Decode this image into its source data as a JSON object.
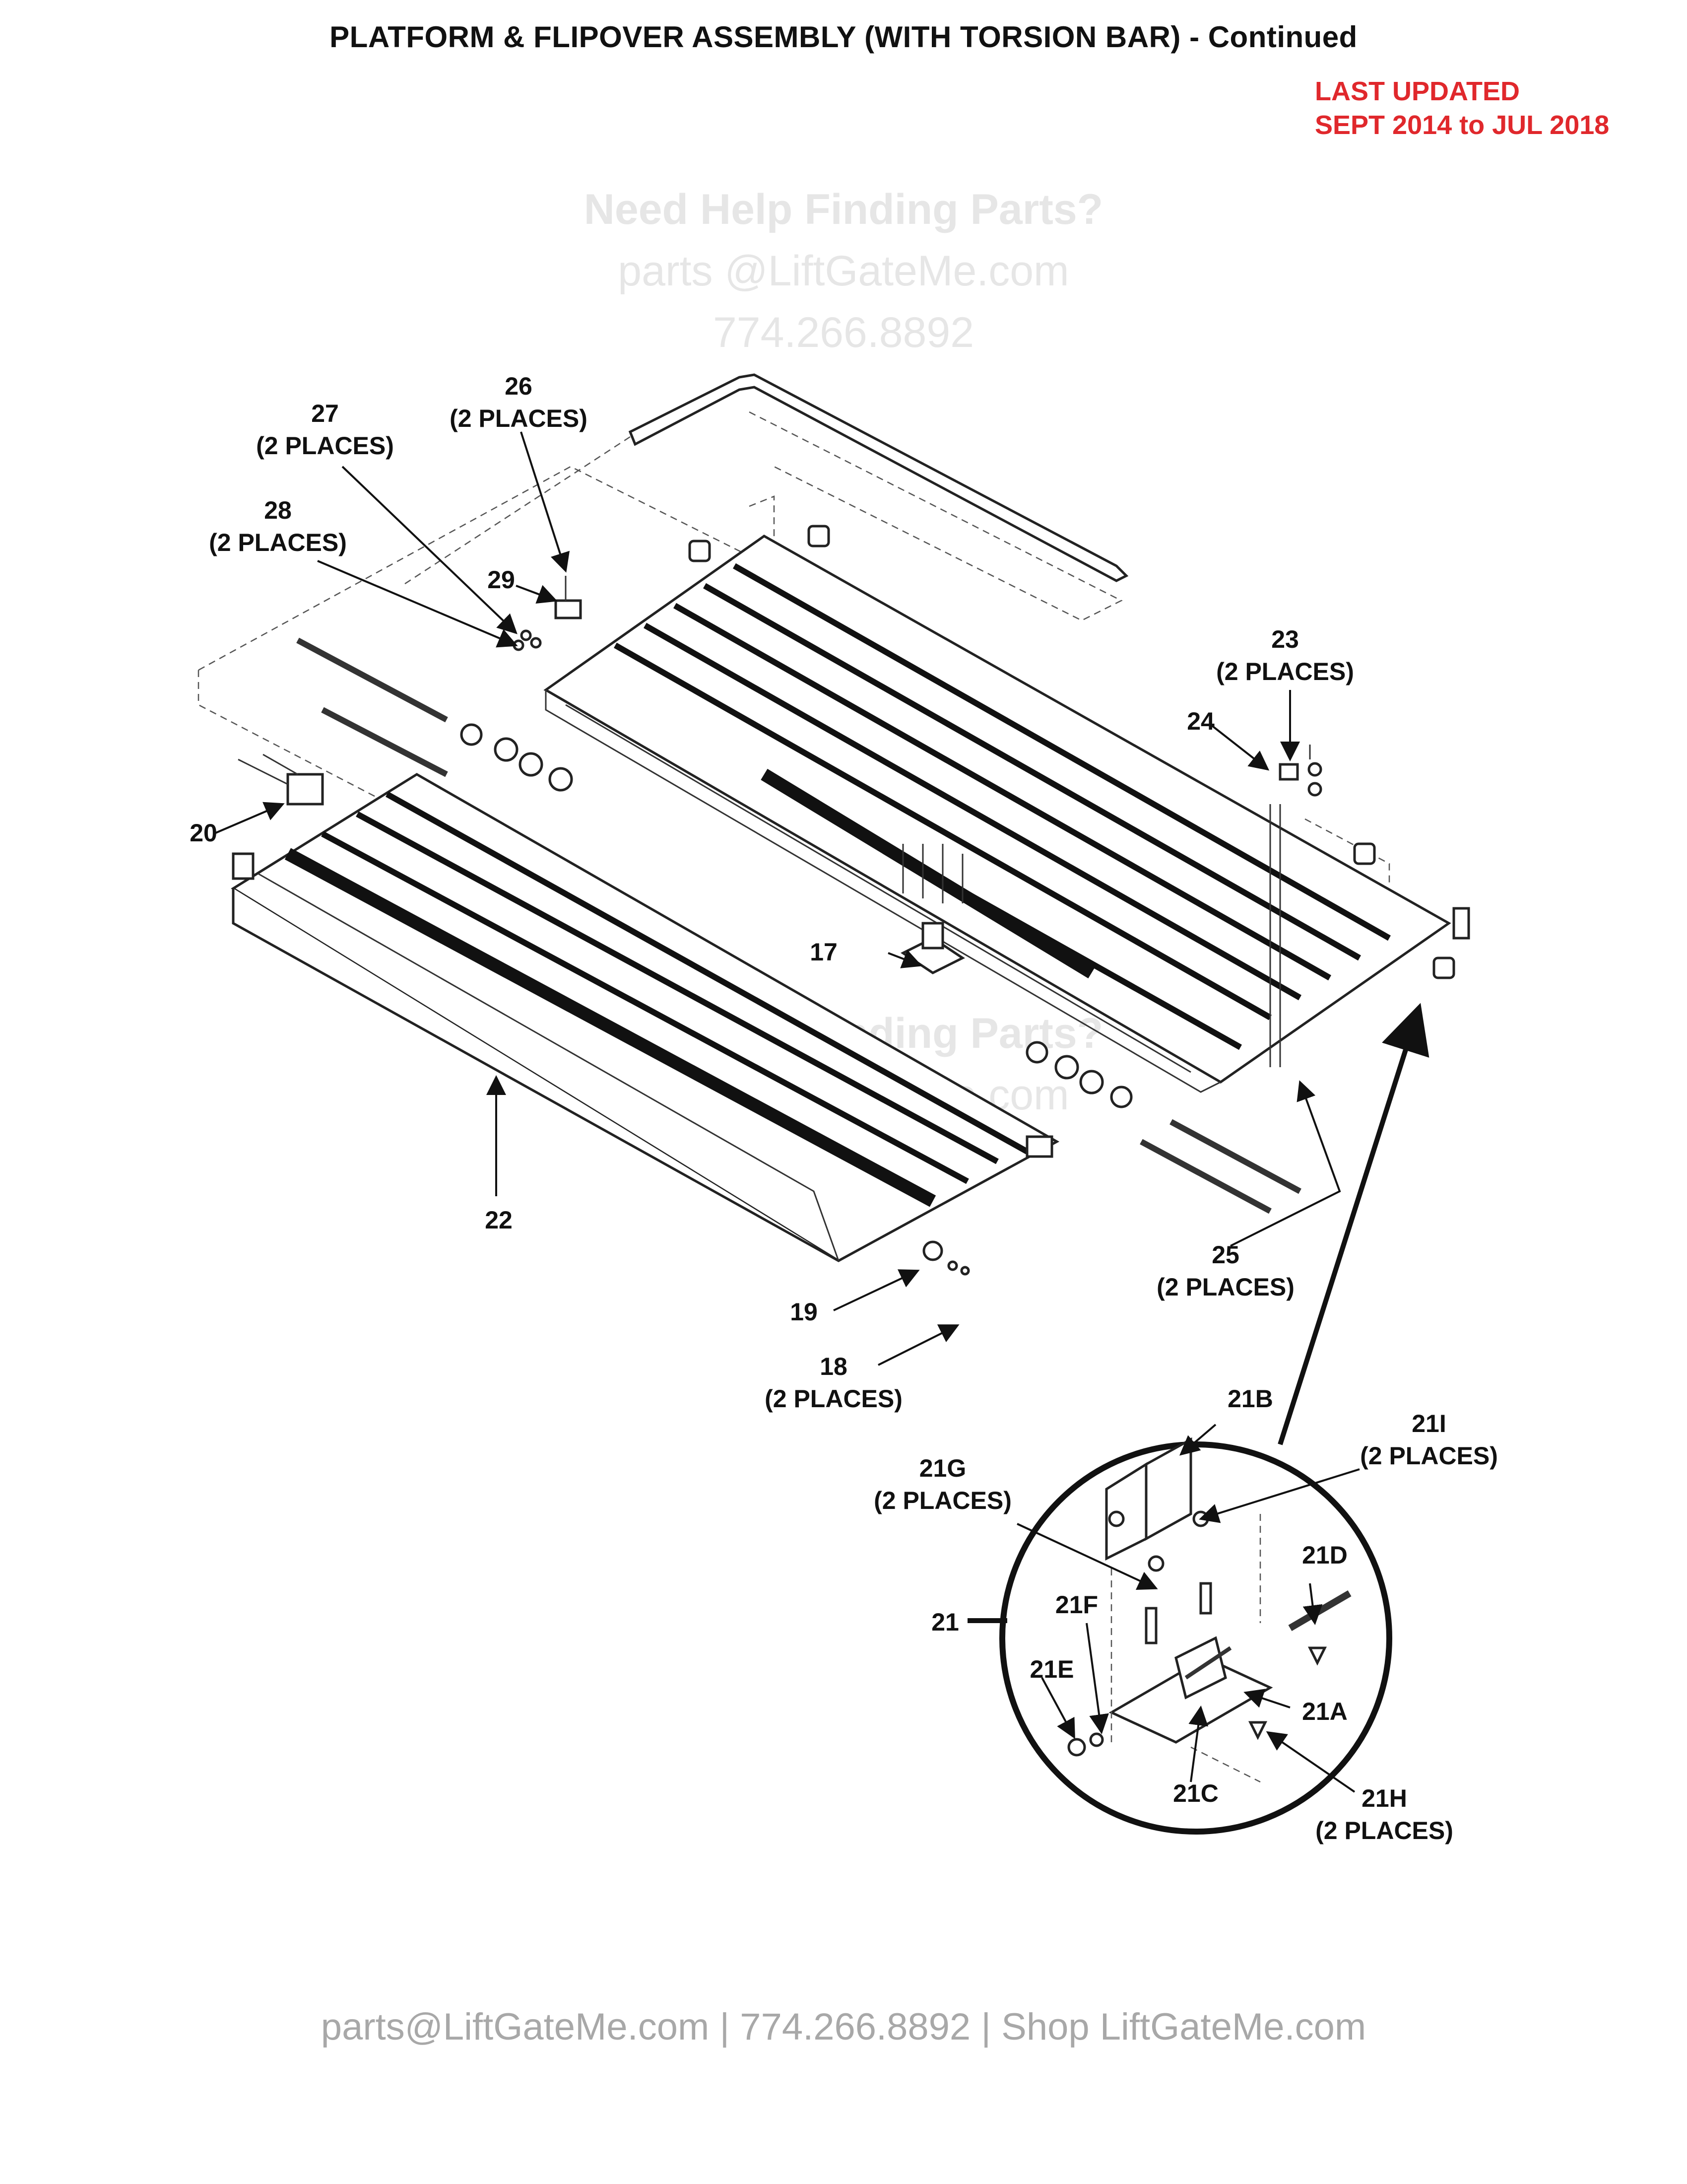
{
  "header": {
    "title": "PLATFORM & FLIPOVER ASSEMBLY (WITH TORSION BAR) - Continued",
    "updated_line1": "LAST UPDATED",
    "updated_line2": "SEPT 2014 to JUL 2018"
  },
  "watermark": {
    "line1": "Need Help Finding Parts?",
    "line2": "parts @LiftGateMe.com",
    "line3": "774.266.8892"
  },
  "callouts": {
    "p17": "17",
    "p18": "18",
    "p18_note": "(2 PLACES)",
    "p19": "19",
    "p20": "20",
    "p21": "21",
    "p21A": "21A",
    "p21B": "21B",
    "p21C": "21C",
    "p21D": "21D",
    "p21E": "21E",
    "p21F": "21F",
    "p21G": "21G",
    "p21G_note": "(2 PLACES)",
    "p21H": "21H",
    "p21H_note": "(2 PLACES)",
    "p21I": "21I",
    "p21I_note": "(2 PLACES)",
    "p22": "22",
    "p23": "23",
    "p23_note": "(2 PLACES)",
    "p24": "24",
    "p25": "25",
    "p25_note": "(2 PLACES)",
    "p26": "26",
    "p26_note": "(2 PLACES)",
    "p27": "27",
    "p27_note": "(2 PLACES)",
    "p28": "28",
    "p28_note": "(2 PLACES)",
    "p29": "29"
  },
  "footer": {
    "text": "parts@LiftGateMe.com | 774.266.8892 | Shop LiftGateMe.com"
  }
}
